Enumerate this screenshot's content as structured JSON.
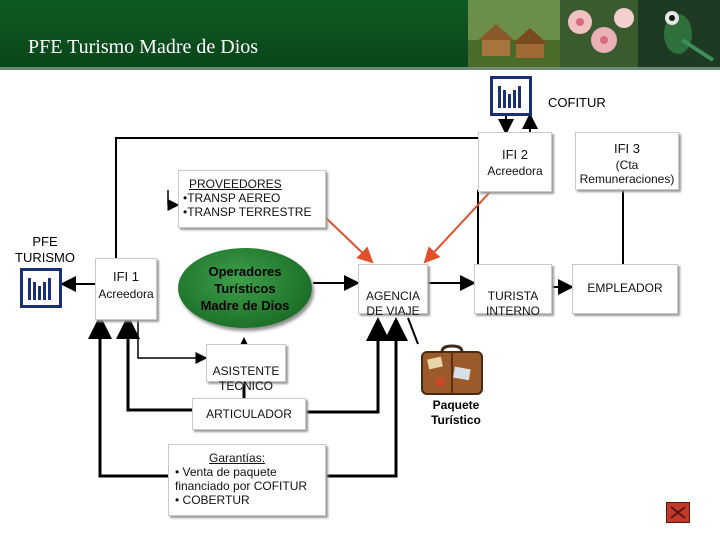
{
  "header": {
    "title": "PFE Turismo Madre de Dios"
  },
  "nodes": {
    "cofitur": {
      "label": "COFITUR"
    },
    "pfe_turismo": {
      "label": "PFE\nTURISMO"
    },
    "ifi1": {
      "name": "IFI 1",
      "role": "Acreedora"
    },
    "ifi2": {
      "name": "IFI 2",
      "role": "Acreedora"
    },
    "ifi3": {
      "name": "IFI 3",
      "role": "(Cta\nRemuneraciones)"
    },
    "proveedores": {
      "title": "PROVEEDORES",
      "items": [
        "•TRANSP AEREO",
        "•TRANSP TERRESTRE"
      ]
    },
    "operadores": {
      "label": "Operadores\nTurísticos\nMadre de Dios"
    },
    "agencia": {
      "label": "AGENCIA\nDE VIAJE"
    },
    "turista": {
      "label": "TURISTA\nINTERNO"
    },
    "empleador": {
      "label": "EMPLEADOR"
    },
    "asistente": {
      "label": "ASISTENTE\nTECNICO"
    },
    "articulador": {
      "label": "ARTICULADOR"
    },
    "garantias": {
      "title": "Garantías:",
      "items": [
        "• Venta de paquete\n   financiado por COFITUR",
        "• COBERTUR"
      ]
    },
    "paquete": {
      "label": "Paquete\nTurístico"
    }
  },
  "colors": {
    "header_green": "#0f5a23",
    "oval_green": "#21782d",
    "arrow_red": "#e0502a",
    "nav_red": "#c0392b"
  },
  "icons": [
    "bank-logo-icon",
    "suitcase-icon",
    "nav-button-icon"
  ]
}
